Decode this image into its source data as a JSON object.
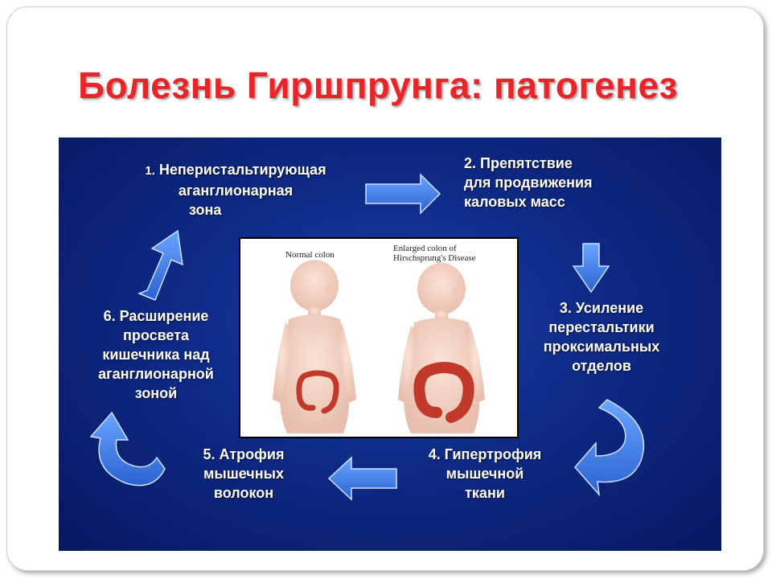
{
  "slide": {
    "title": "Болезнь Гиршпрунга: патогенез",
    "steps": {
      "s1": {
        "num": "1.",
        "line1": " Неперистальтирующая",
        "line2": "аганглионарная",
        "line3": "зона"
      },
      "s2": {
        "line1": "2. Препятствие",
        "line2": "для продвижения",
        "line3": "каловых масс"
      },
      "s3": {
        "line1": "3. Усиление",
        "line2": "перестальтики",
        "line3": "проксимальных",
        "line4": "отделов"
      },
      "s4": {
        "line1": "4. Гипертрофия",
        "line2": "мышечной",
        "line3": "ткани"
      },
      "s5": {
        "line1": "5. Атрофия",
        "line2": "мышечных",
        "line3": "волокон"
      },
      "s6": {
        "line1": "6. Расширение",
        "line2": "просвета",
        "line3": "кишечника над",
        "line4": "аганглионарной",
        "line5": "зоной"
      }
    },
    "illustration": {
      "caption_left": "Normal colon",
      "caption_right_line1": "Enlarged colon of",
      "caption_right_line2": "Hirschsprung's Disease"
    },
    "colors": {
      "title": "#e8262a",
      "panel": "#0e2a86",
      "arrow": "#3a7be0",
      "colon": "#c0392b"
    }
  }
}
